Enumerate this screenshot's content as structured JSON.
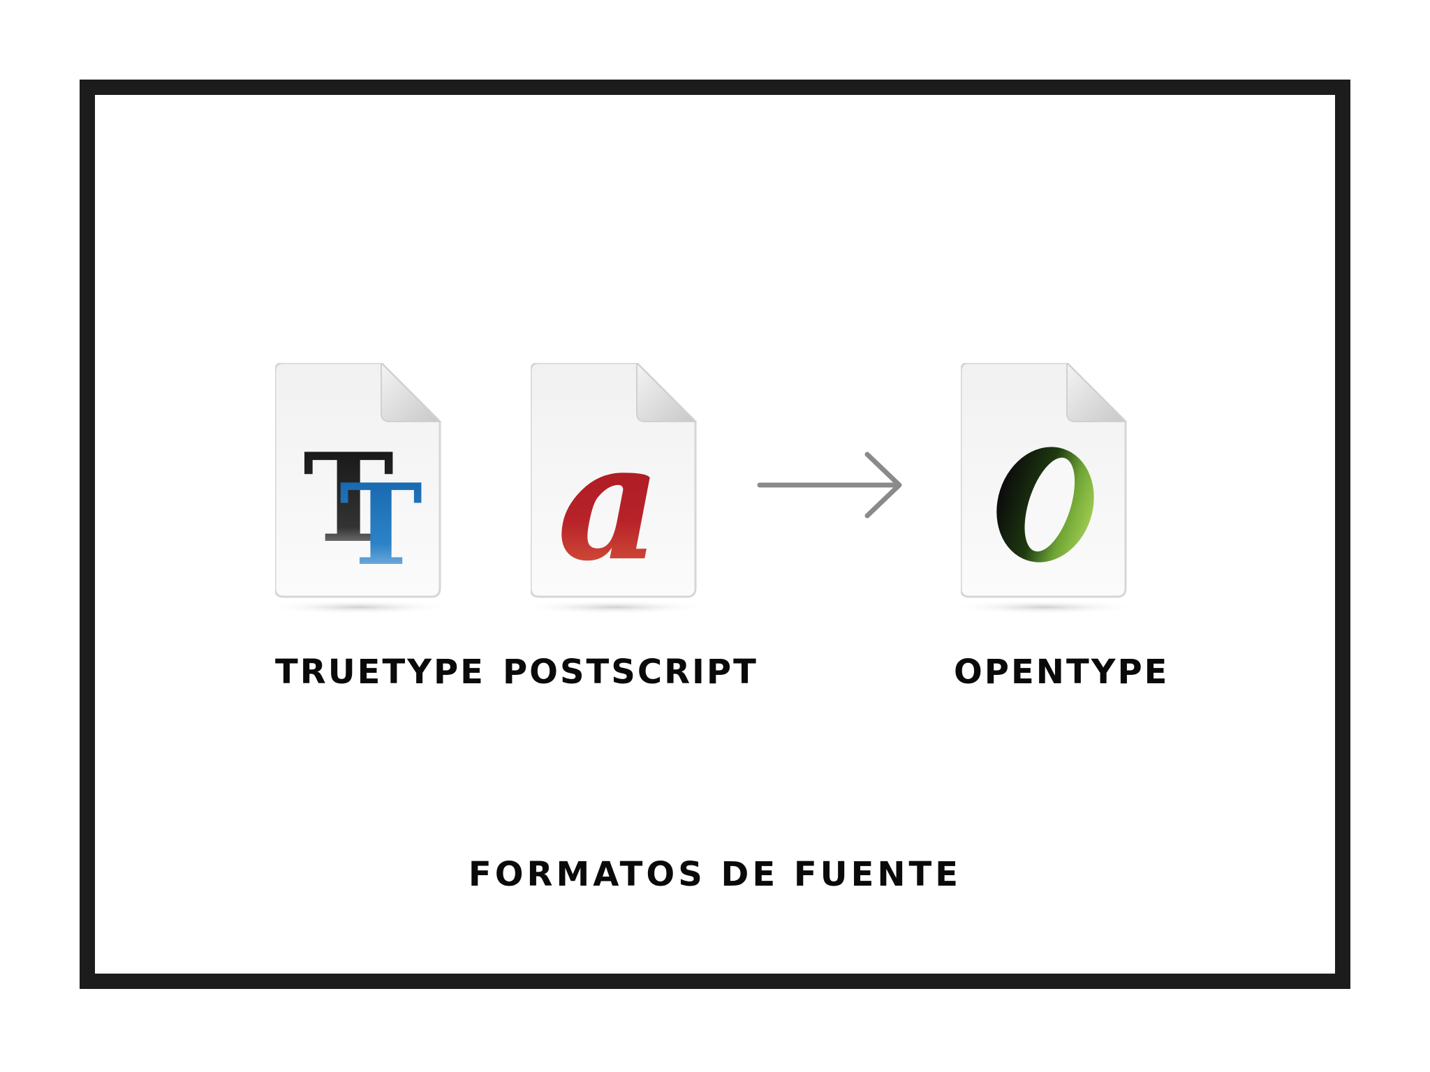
{
  "diagram": {
    "caption": "FORMATOS DE FUENTE",
    "formats": [
      {
        "label": "TRUETYPE",
        "icon": "truetype-file-icon",
        "glyph_primary": "T",
        "glyph_secondary": "T",
        "colors": {
          "dark": "#111111",
          "accent": "#1e73b8"
        }
      },
      {
        "label": "POSTSCRIPT",
        "icon": "postscript-file-icon",
        "glyph": "a",
        "colors": {
          "accent": "#b31c22",
          "light": "#d9533a"
        }
      },
      {
        "label": "OPENTYPE",
        "icon": "opentype-file-icon",
        "glyph": "O",
        "colors": {
          "dark": "#0d0d0d",
          "accent": "#8dbd3e"
        }
      }
    ],
    "arrow_icon": "right-arrow-icon",
    "frame_color": "#1c1c1c"
  }
}
